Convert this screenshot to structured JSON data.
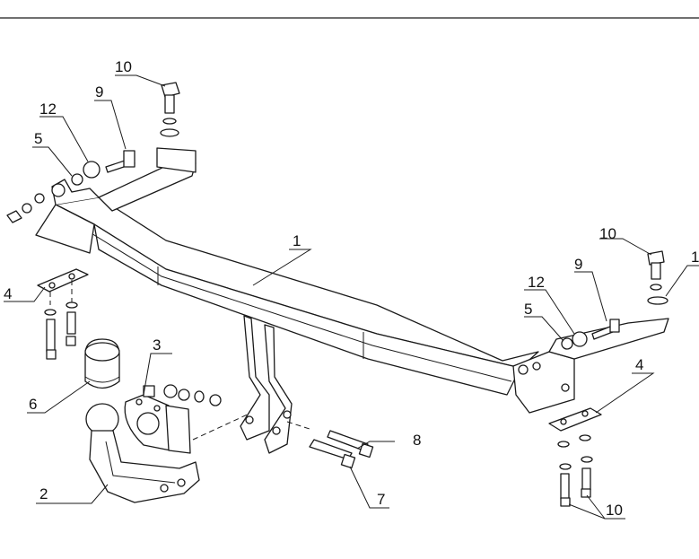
{
  "diagram": {
    "labels": {
      "beam": "1",
      "tow_ball": "2",
      "socket_bracket": "3",
      "mount_plate_left": "4",
      "mount_plate_right": "4",
      "spacer_left": "5",
      "spacer_right": "5",
      "ball_cover": "6",
      "bolt_bottom": "7",
      "bolt_bracket": "8",
      "bolt_top_left": "9",
      "bolt_top_right": "9",
      "bolt_head_left": "10",
      "bolt_head_right": "10",
      "bolts_bottom_right": "10",
      "bolt_far_right": "1",
      "washer_left": "12",
      "washer_right": "12"
    }
  }
}
